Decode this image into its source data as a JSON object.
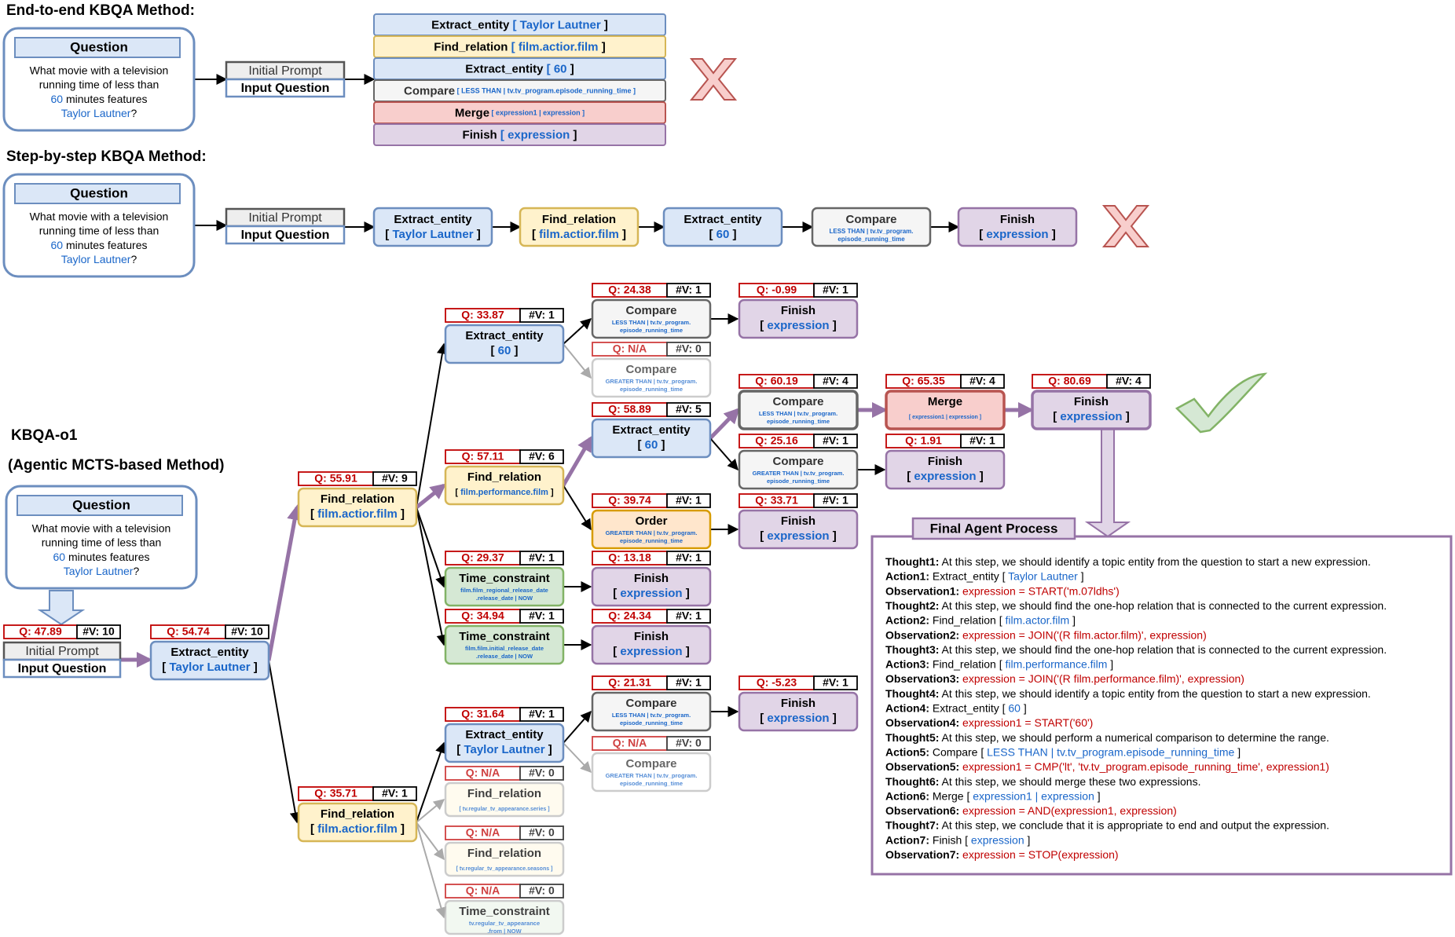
{
  "sections": {
    "e2e": "End-to-end KBQA Method:",
    "sbs": "Step-by-step KBQA Method:",
    "o1_title": "KBQA-o1",
    "o1_sub": "(Agentic MCTS-based Method)"
  },
  "question": {
    "header": "Question",
    "line1": "What movie with a television",
    "line2": "running time of less than",
    "num": "60",
    "line3_rest": " minutes features",
    "entity": "Taylor Lautner",
    "qmark": "?"
  },
  "prompt": {
    "line1": "Initial Prompt",
    "line2": "Input Question"
  },
  "e2e_bars": [
    {
      "name": "Extract_entity",
      "arg": "Taylor Lautner",
      "big": true
    },
    {
      "name": "Find_relation",
      "arg": "film.actior.film",
      "big": true
    },
    {
      "name": "Extract_entity",
      "arg": "60",
      "big": true
    },
    {
      "name": "Compare",
      "arg": "LESS THAN | tv.tv_program.episode_running_time",
      "big": false
    },
    {
      "name": "Merge",
      "arg": "expression1 | expression",
      "big": false
    },
    {
      "name": "Finish",
      "arg": "expression",
      "big": true
    }
  ],
  "sbs_steps": [
    {
      "name": "Extract_entity",
      "arg": "Taylor Lautner"
    },
    {
      "name": "Find_relation",
      "arg": "film.actior.film"
    },
    {
      "name": "Extract_entity",
      "arg": "60"
    },
    {
      "name": "Compare",
      "arg1": "LESS THAN | tv.tv_program.",
      "arg2": "episode_running_time"
    },
    {
      "name": "Finish",
      "arg": "expression"
    }
  ],
  "tree": {
    "root": {
      "q": "Q: 47.89",
      "v": "#V: 10"
    },
    "extract_taylor": {
      "q": "Q: 54.74",
      "v": "#V: 10",
      "name": "Extract_entity",
      "arg": "Taylor Lautner"
    },
    "fr_upper": {
      "q": "Q: 55.91",
      "v": "#V: 9",
      "name": "Find_relation",
      "arg": "film.actior.film"
    },
    "fr_lower": {
      "q": "Q: 35.71",
      "v": "#V: 1",
      "name": "Find_relation",
      "arg": "film.actior.film"
    },
    "ee_60_a": {
      "q": "Q: 33.87",
      "v": "#V: 1",
      "name": "Extract_entity",
      "arg": "60"
    },
    "fr_perf": {
      "q": "Q: 57.11",
      "v": "#V: 6",
      "name": "Find_relation",
      "arg": "film.performance.film"
    },
    "tc_1": {
      "q": "Q: 29.37",
      "v": "#V: 1",
      "name": "Time_constraint",
      "arg1": "film.film_regional_release_date",
      "arg2": ".release_date | NOW"
    },
    "tc_2": {
      "q": "Q: 34.94",
      "v": "#V: 1",
      "name": "Time_constraint",
      "arg1": "film.film.initial_release_date",
      "arg2": ".release_date | NOW"
    },
    "cmp_a1": {
      "q": "Q: 24.38",
      "v": "#V: 1",
      "name": "Compare",
      "arg1": "LESS THAN | tv.tv_program.",
      "arg2": "episode_running_time"
    },
    "cmp_a2": {
      "q": "Q: N/A",
      "v": "#V: 0",
      "name": "Compare",
      "arg1": "GREATER THAN | tv.tv_program.",
      "arg2": "episode_running_time"
    },
    "fin_a1": {
      "q": "Q: -0.99",
      "v": "#V: 1",
      "name": "Finish",
      "arg": "expression"
    },
    "ee_60_b": {
      "q": "Q: 58.89",
      "v": "#V: 5",
      "name": "Extract_entity",
      "arg": "60"
    },
    "order": {
      "q": "Q: 39.74",
      "v": "#V: 1",
      "name": "Order",
      "arg1": "GREATER THAN | tv.tv_program.",
      "arg2": "episode_running_time"
    },
    "fin_order": {
      "q": "Q: 33.71",
      "v": "#V: 1",
      "name": "Finish",
      "arg": "expression"
    },
    "cmp_b1": {
      "q": "Q: 60.19",
      "v": "#V: 4",
      "name": "Compare",
      "arg1": "LESS THAN | tv.tv_program.",
      "arg2": "episode_running_time"
    },
    "cmp_b2": {
      "q": "Q: 25.16",
      "v": "#V: 1",
      "name": "Compare",
      "arg1": "GREATER THAN | tv.tv_program.",
      "arg2": "episode_running_time"
    },
    "merge": {
      "q": "Q: 65.35",
      "v": "#V: 4",
      "name": "Merge",
      "arg": "expression1 | expression"
    },
    "fin_best": {
      "q": "Q: 80.69",
      "v": "#V: 4",
      "name": "Finish",
      "arg": "expression"
    },
    "fin_b2": {
      "q": "Q: 1.91",
      "v": "#V: 1",
      "name": "Finish",
      "arg": "expression"
    },
    "fin_tc1": {
      "q": "Q: 13.18",
      "v": "#V: 1",
      "name": "Finish",
      "arg": "expression"
    },
    "fin_tc2": {
      "q": "Q: 24.34",
      "v": "#V: 1",
      "name": "Finish",
      "arg": "expression"
    },
    "ee_taylor_low": {
      "q": "Q: 31.64",
      "v": "#V: 1",
      "name": "Extract_entity",
      "arg": "Taylor Lautner"
    },
    "fr_series": {
      "q": "Q: N/A",
      "v": "#V: 0",
      "name": "Find_relation",
      "arg": "tv.regular_tv_appearance.series"
    },
    "fr_seasons": {
      "q": "Q: N/A",
      "v": "#V: 0",
      "name": "Find_relation",
      "arg": "tv.regular_tv_appearance.seasons"
    },
    "tc_low": {
      "q": "Q: N/A",
      "v": "#V: 0",
      "name": "Time_constraint",
      "arg1": "tv.regular_tv_appearance",
      "arg2": ".from | NOW"
    },
    "cmp_c1": {
      "q": "Q: 21.31",
      "v": "#V: 1",
      "name": "Compare",
      "arg1": "LESS THAN | tv.tv_program.",
      "arg2": "episode_running_time"
    },
    "cmp_c2": {
      "q": "Q: N/A",
      "v": "#V: 0",
      "name": "Compare",
      "arg1": "GREATER THAN | tv.tv_program.",
      "arg2": "episode_running_time"
    },
    "fin_c1": {
      "q": "Q: -5.23",
      "v": "#V: 1",
      "name": "Finish",
      "arg": "expression"
    }
  },
  "final_process": {
    "title": "Final Agent Process",
    "lines": [
      {
        "label": "Thought1:",
        "text": " At this step, we should identify a topic entity from the question to start a new expression.",
        "kind": "thought"
      },
      {
        "label": "Action1:",
        "text": " Extract_entity [ ",
        "arg": "Taylor Lautner",
        "tail": " ]",
        "kind": "action"
      },
      {
        "label": "Observation1:",
        "text": " expression = START('m.07ldhs')",
        "kind": "obs"
      },
      {
        "label": "Thought2:",
        "text": " At this step, we should find the one-hop relation that is connected to the current expression.",
        "kind": "thought"
      },
      {
        "label": "Action2:",
        "text": " Find_relation [ ",
        "arg": "film.actor.film",
        "tail": " ]",
        "kind": "action"
      },
      {
        "label": "Observation2:",
        "text": " expression = JOIN('(R film.actor.film)', expression)",
        "kind": "obs"
      },
      {
        "label": "Thought3:",
        "text": " At this step, we should find the one-hop relation that is connected to the current expression.",
        "kind": "thought"
      },
      {
        "label": "Action3:",
        "text": " Find_relation [ ",
        "arg": "film.performance.film",
        "tail": " ]",
        "kind": "action"
      },
      {
        "label": "Observation3:",
        "text": " expression = JOIN('(R film.performance.film)', expression)",
        "kind": "obs"
      },
      {
        "label": "Thought4:",
        "text": " At this step, we should identify a topic entity from the question to start a new expression.",
        "kind": "thought"
      },
      {
        "label": "Action4:",
        "text": " Extract_entity [ ",
        "arg": "60",
        "tail": " ]",
        "kind": "action"
      },
      {
        "label": "Observation4:",
        "text": " expression1 = START('60')",
        "kind": "obs"
      },
      {
        "label": "Thought5:",
        "text": " At this step, we should perform a numerical comparison to determine the range.",
        "kind": "thought"
      },
      {
        "label": "Action5:",
        "text": " Compare [ ",
        "arg": "LESS THAN | tv.tv_program.episode_running_time",
        "tail": " ]",
        "kind": "action"
      },
      {
        "label": "Observation5:",
        "text": " expression1 = CMP('lt', 'tv.tv_program.episode_running_time', expression1)",
        "kind": "obs"
      },
      {
        "label": "Thought6:",
        "text": " At this step, we should merge these two expressions.",
        "kind": "thought"
      },
      {
        "label": "Action6:",
        "text": " Merge [ ",
        "arg": "expression1 | expression",
        "tail": " ]",
        "kind": "action"
      },
      {
        "label": "Observation6:",
        "text": " expression = AND(expression1, expression)",
        "kind": "obs"
      },
      {
        "label": "Thought7:",
        "text": " At this step, we conclude that it is appropriate to end and output the expression.",
        "kind": "thought"
      },
      {
        "label": "Action7:",
        "text": " Finish [ ",
        "arg": "expression",
        "tail": " ]",
        "kind": "action"
      },
      {
        "label": "Observation7:",
        "text": " expression = STOP(expression)",
        "kind": "obs"
      }
    ]
  },
  "colors": {
    "blue_fill": "#dbe7f7",
    "blue_stroke": "#6c8ebf",
    "yellow_fill": "#fff2cc",
    "yellow_stroke": "#d6b656",
    "red_fill": "#f8cecc",
    "red_stroke": "#b85450",
    "purple_fill": "#e1d5e7",
    "purple_stroke": "#9673a6",
    "green_fill": "#d5e8d4",
    "green_stroke": "#82b366",
    "orange_fill": "#ffe6cc",
    "orange_stroke": "#d79b00",
    "grey_fill": "#f5f5f5",
    "grey_stroke": "#666666",
    "arg_blue": "#1a66c9",
    "q_red": "#c00000"
  }
}
